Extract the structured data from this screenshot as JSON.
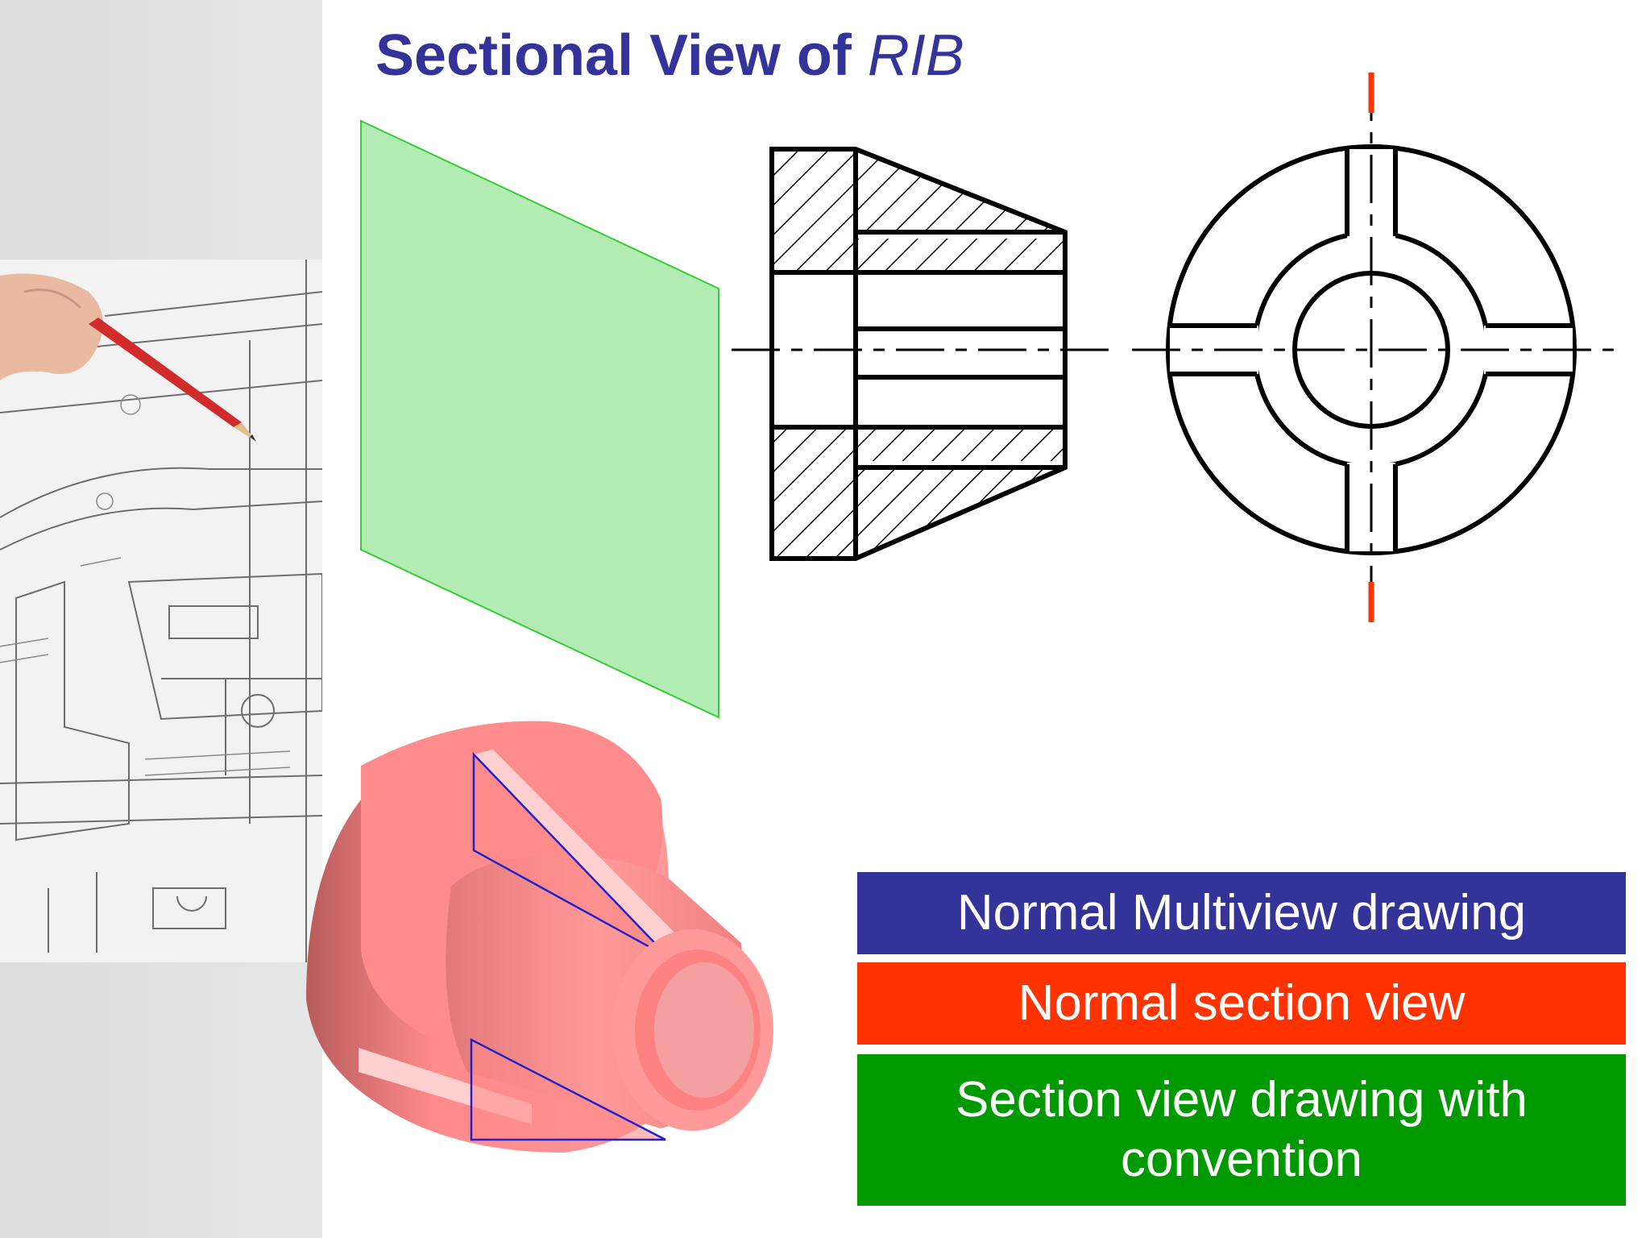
{
  "slide": {
    "title_main": "Sectional View of ",
    "title_italic": "RIB"
  },
  "legend": [
    {
      "label": "Normal Multiview drawing",
      "color": "#333399"
    },
    {
      "label": "Normal section view",
      "color": "#ff3300"
    },
    {
      "label": "Section view drawing with convention",
      "color": "#009900"
    }
  ],
  "colors": {
    "cutting_plane": "#b3ecb3",
    "cutting_plane_edge": "#33cc33",
    "model_fill": "#ff8a8a",
    "centerline_end": "#ff3300"
  }
}
